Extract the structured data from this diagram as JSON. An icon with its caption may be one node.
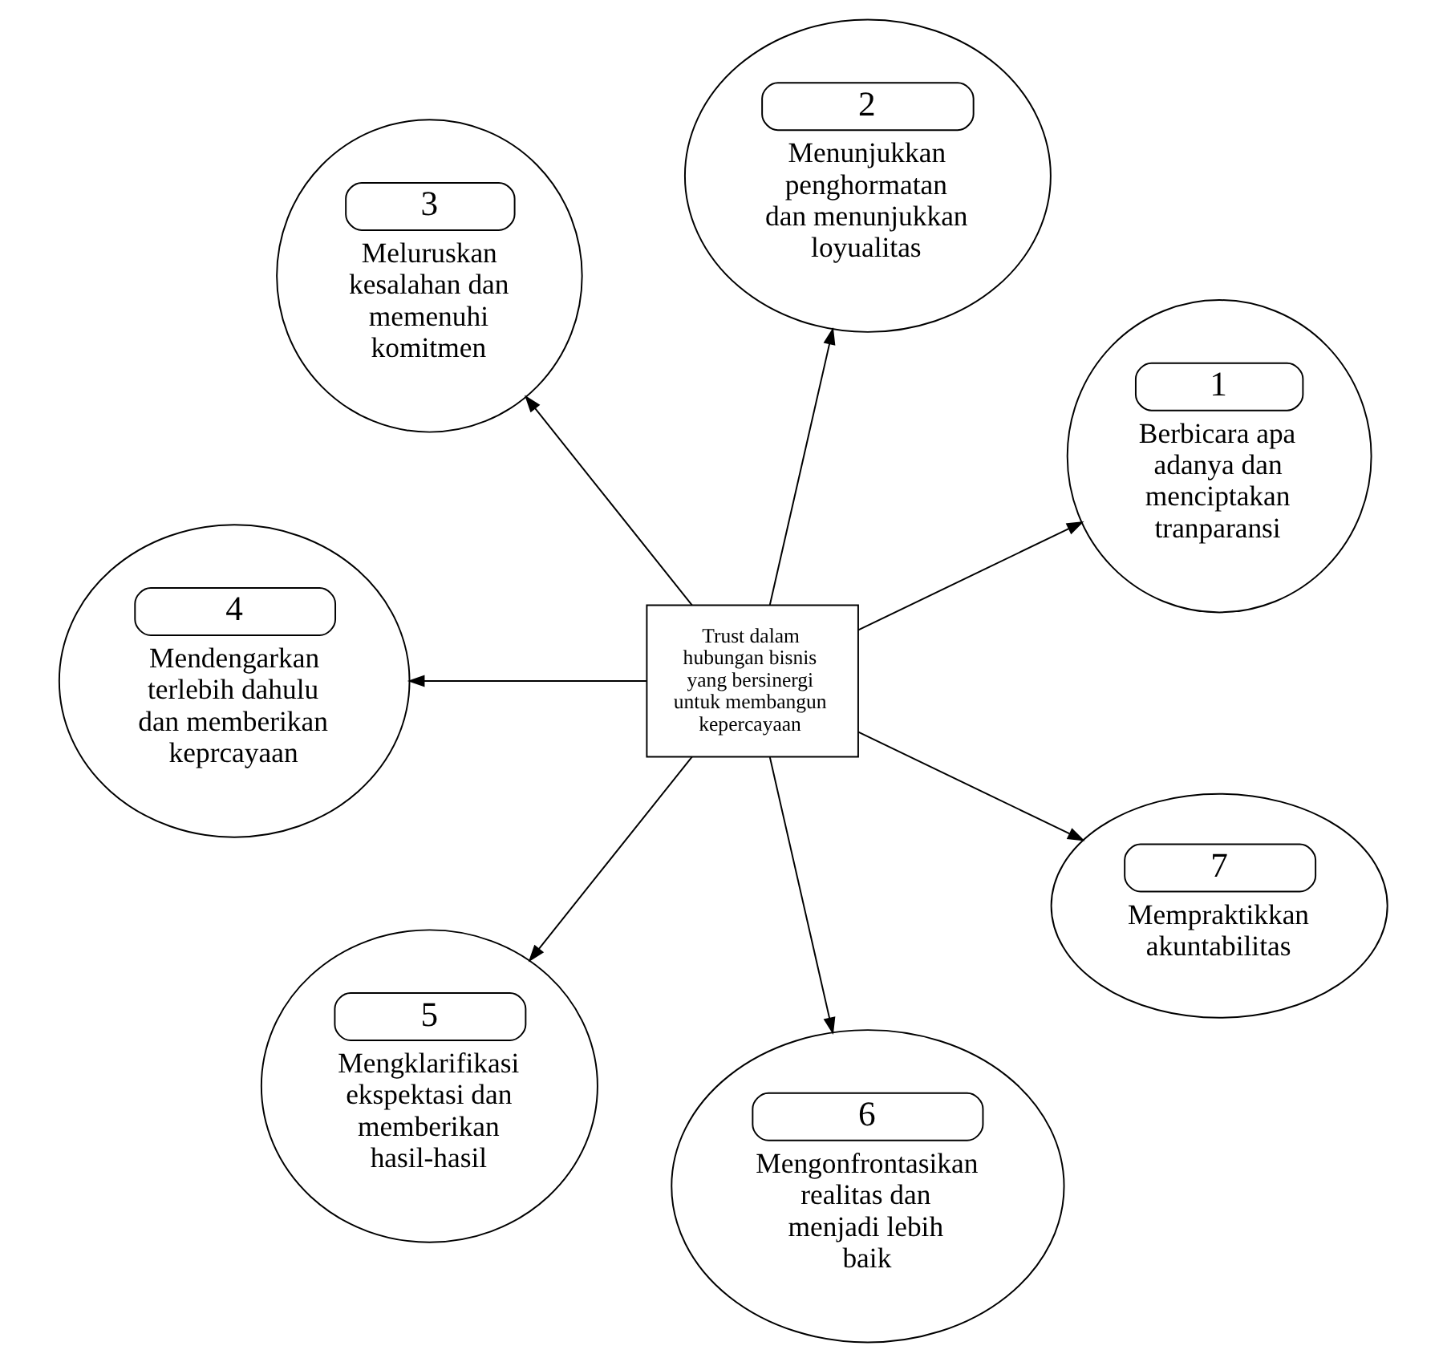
{
  "diagram": {
    "nodes": [
      {
        "text": [
          "Trust dalam hubungan bisnis yang bersinergi untuk membangun kepercayaan"
        ]
      },
      {
        "text": [
          "1",
          "Berbicara apa adanya dan menciptakan tranparansi"
        ]
      },
      {
        "text": [
          "2",
          "Menunjukkan penghormatan dan menunjukkan loyualitas"
        ]
      },
      {
        "text": [
          "3",
          "Meluruskan kesalahan dan memenuhi komitmen"
        ]
      },
      {
        "text": [
          "4",
          "Mendengarkan terlebih dahulu dan memberikan keprcayaan"
        ]
      },
      {
        "text": [
          "5",
          "Mengklarifikasi ekspektasi dan memberikan hasil-hasil"
        ]
      },
      {
        "text": [
          "6",
          "Mengonfrontasikan realitas dan menjadi lebih baik"
        ]
      },
      {
        "text": [
          "7",
          "Mempraktikkan akuntabilitas"
        ]
      }
    ],
    "edges": [
      {
        "from": 0,
        "to": 1,
        "arrow": "to"
      },
      {
        "from": 0,
        "to": 2,
        "arrow": "to"
      },
      {
        "from": 0,
        "to": 3,
        "arrow": "to"
      },
      {
        "from": 0,
        "to": 4,
        "arrow": "to"
      },
      {
        "from": 0,
        "to": 5,
        "arrow": "to"
      },
      {
        "from": 0,
        "to": 6,
        "arrow": "to"
      },
      {
        "from": 0,
        "to": 7,
        "arrow": "to"
      }
    ]
  }
}
